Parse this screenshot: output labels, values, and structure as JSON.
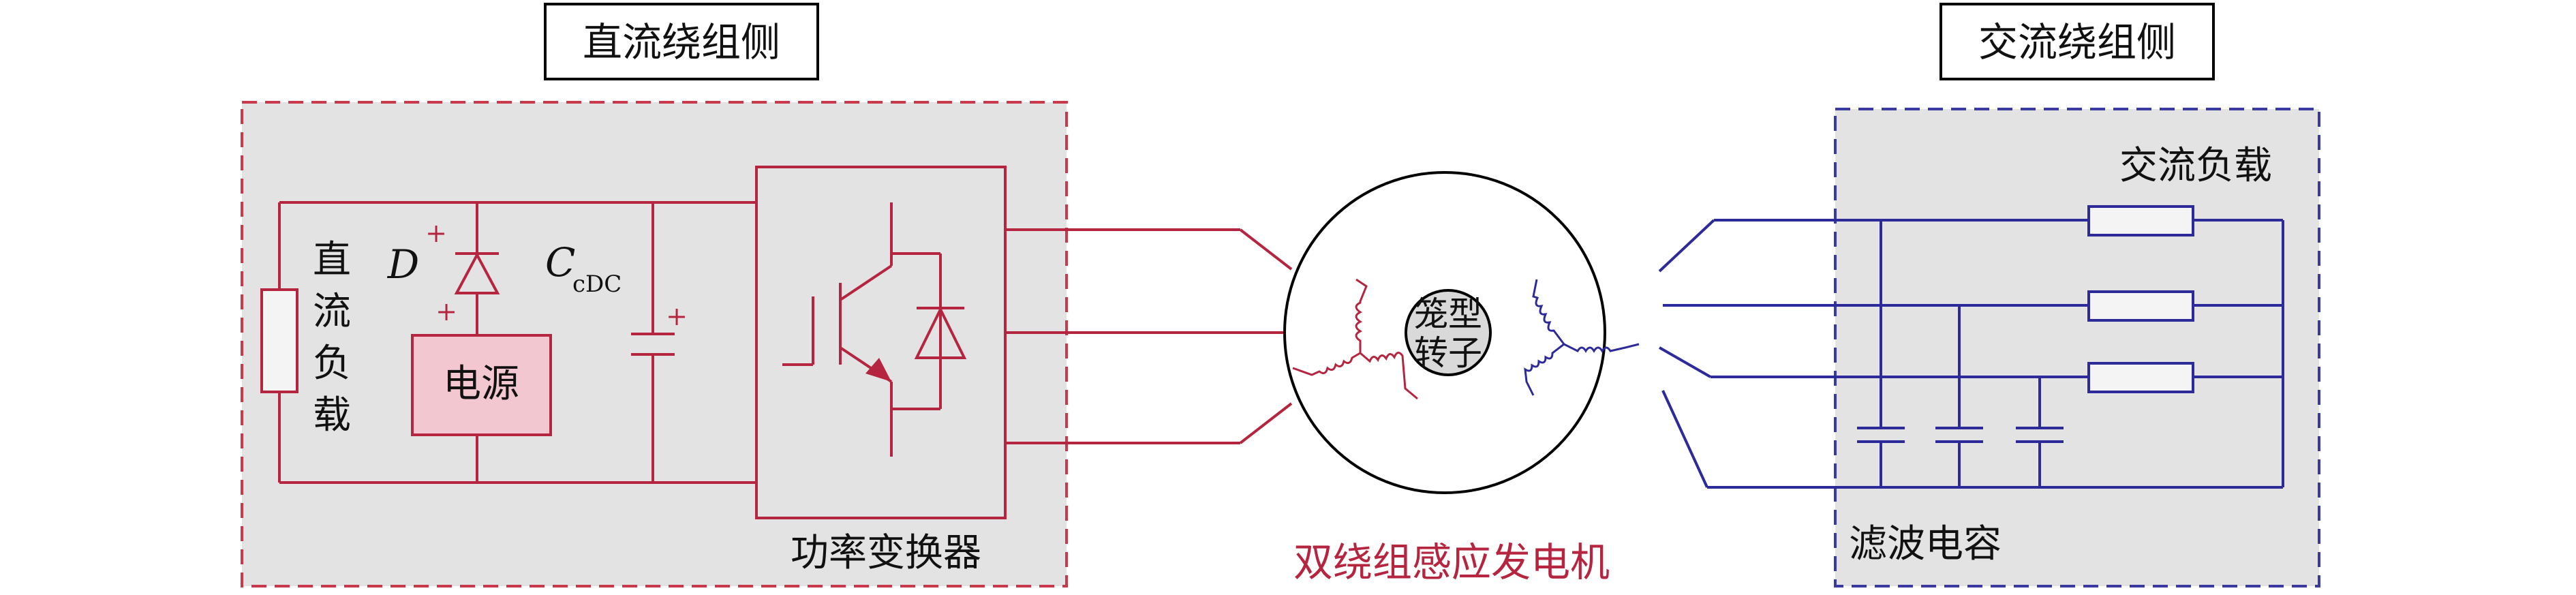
{
  "labels": {
    "dc_side": "直流绕组侧",
    "ac_side": "交流绕组侧",
    "dc_load_chars": [
      "直",
      "流",
      "负",
      "载"
    ],
    "diode": "D",
    "cap_main": "C",
    "cap_sub": "cDC",
    "power_source": "电源",
    "power_converter": "功率变换器",
    "machine": "双绕组感应发电机",
    "rotor_line1": "笼型",
    "rotor_line2": "转子",
    "ac_load": "交流负载",
    "filter_cap": "滤波电容",
    "plus": "+"
  },
  "colors": {
    "dc_wire": "#b5253f",
    "ac_wire": "#2d2a9a",
    "panel_fill": "#e3e3e3",
    "dc_border": "#c8394c",
    "ac_border": "#3a3aa0",
    "power_box_fill": "#f2c7d0",
    "rotor_fill": "#d9d9d9",
    "machine_label": "#b5253f",
    "text": "#111111"
  }
}
